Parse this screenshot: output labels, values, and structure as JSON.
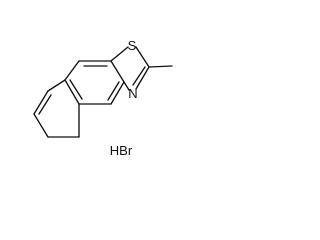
{
  "atoms": {
    "sulfur": "S",
    "nitrogen": "N"
  },
  "salt": "HBr",
  "colors": {
    "bond": "#111111",
    "label": "#111111",
    "background": "#ffffff"
  }
}
